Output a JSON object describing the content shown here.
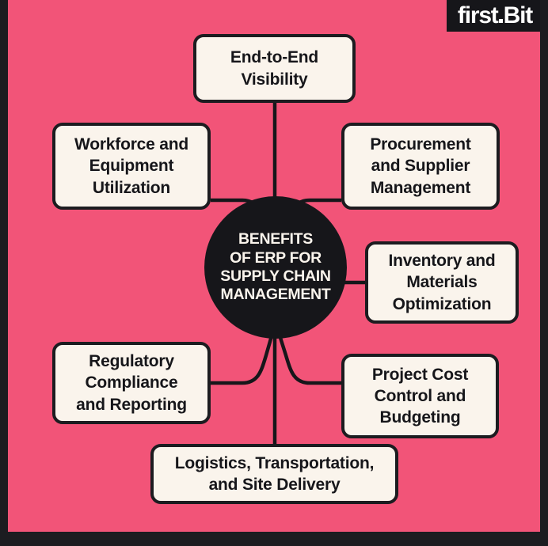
{
  "brand": {
    "logo_text_first": "first",
    "logo_text_second": "Bit",
    "logo_full": "firstBit",
    "logo_bar_color": "#16161a",
    "logo_text_color": "#ffffff"
  },
  "theme": {
    "background": "#f25478",
    "frame": "#1c1c20",
    "card_fill": "#faf4ec",
    "card_border": "#1c1c20",
    "hub_fill": "#16161a",
    "hub_text": "#faf4ec",
    "card_text": "#16161a",
    "connector": "#16161a"
  },
  "hub": {
    "title": "BENEFITS\nOF ERP FOR\nSUPPLY CHAIN\nMANAGEMENT",
    "title_plain": "BENEFITS OF ERP FOR SUPPLY CHAIN MANAGEMENT"
  },
  "nodes": [
    {
      "id": "top",
      "label": "End-to-End\nVisibility",
      "label_plain": "End-to-End Visibility"
    },
    {
      "id": "topleft",
      "label": "Workforce and\nEquipment\nUtilization",
      "label_plain": "Workforce and Equipment Utilization"
    },
    {
      "id": "topright",
      "label": "Procurement\nand Supplier\nManagement",
      "label_plain": "Procurement and Supplier Management"
    },
    {
      "id": "right",
      "label": "Inventory and\nMaterials\nOptimization",
      "label_plain": "Inventory and Materials Optimization"
    },
    {
      "id": "left",
      "label": "Regulatory\nCompliance\nand Reporting",
      "label_plain": "Regulatory Compliance and Reporting"
    },
    {
      "id": "bottomright",
      "label": "Project Cost\nControl and\nBudgeting",
      "label_plain": "Project Cost Control and Budgeting"
    },
    {
      "id": "bottom",
      "label": "Logistics, Transportation,\nand Site Delivery",
      "label_plain": "Logistics, Transportation, and Site Delivery"
    }
  ]
}
